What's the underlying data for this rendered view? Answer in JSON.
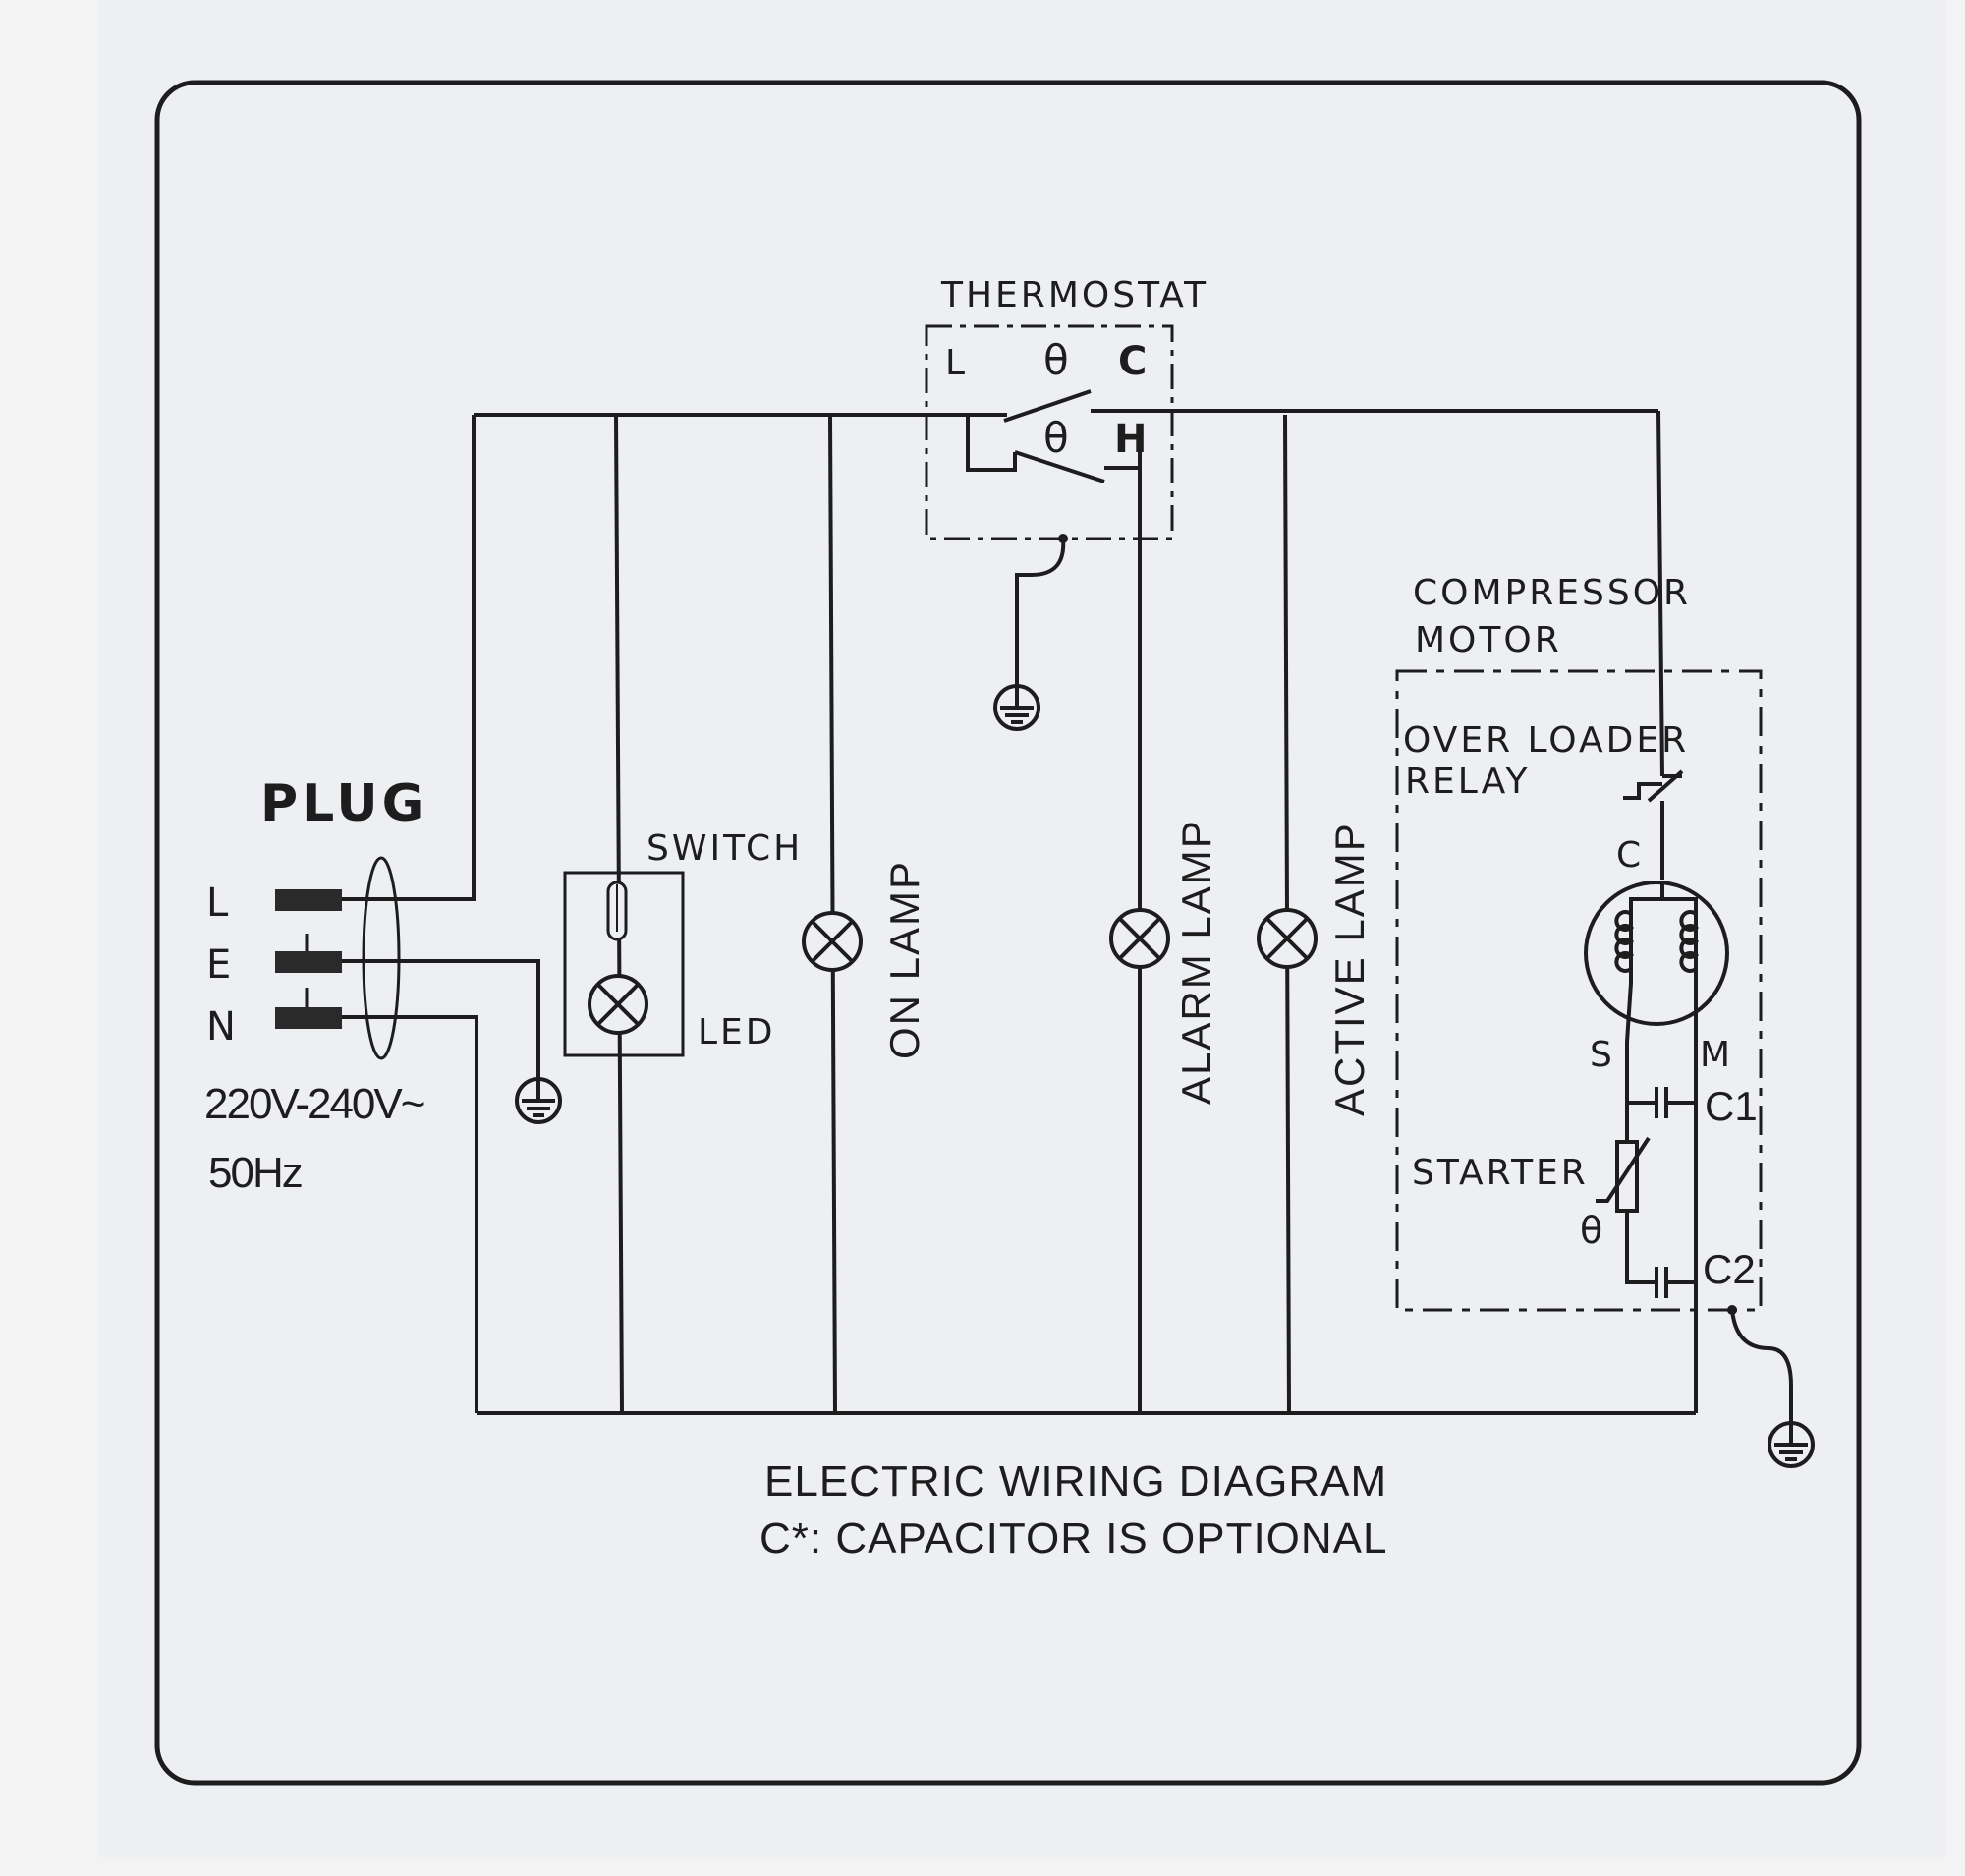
{
  "colors": {
    "ink": "#1d1d1d",
    "paper": "#edeff2",
    "background": "#f3f3f3"
  },
  "thermostat": {
    "title": "THERMOSTAT",
    "terminal_l": "L",
    "terminal_c": "C",
    "terminal_h": "H",
    "theta_symbol": "θ"
  },
  "plug": {
    "title": "PLUG",
    "pin_l": "L",
    "pin_e": "E",
    "pin_n": "N",
    "voltage": "220V-240V~",
    "frequency": "50Hz"
  },
  "switch_unit": {
    "switch_label": "SWITCH",
    "led_label": "LED"
  },
  "lamps": {
    "on_lamp": "ON LAMP",
    "alarm_lamp": "ALARM LAMP",
    "active_lamp": "ACTIVE LAMP"
  },
  "compressor": {
    "title_line1": "COMPRESSOR",
    "title_line2": "MOTOR",
    "relay_line1": "OVER LOADER",
    "relay_line2": "RELAY",
    "terminal_c": "C",
    "terminal_s": "S",
    "terminal_m": "M",
    "capacitor1": "C1",
    "capacitor2": "C2",
    "starter": "STARTER",
    "theta_symbol": "θ"
  },
  "caption": {
    "line1": "ELECTRIC  WIRING  DIAGRAM",
    "line2": "C*: CAPACITOR  IS  OPTIONAL"
  },
  "icons": [
    "ground-icon",
    "lamp-icon",
    "switch-icon",
    "motor-coil-icon",
    "capacitor-icon",
    "thermistor-icon",
    "plug-pin-icon"
  ]
}
